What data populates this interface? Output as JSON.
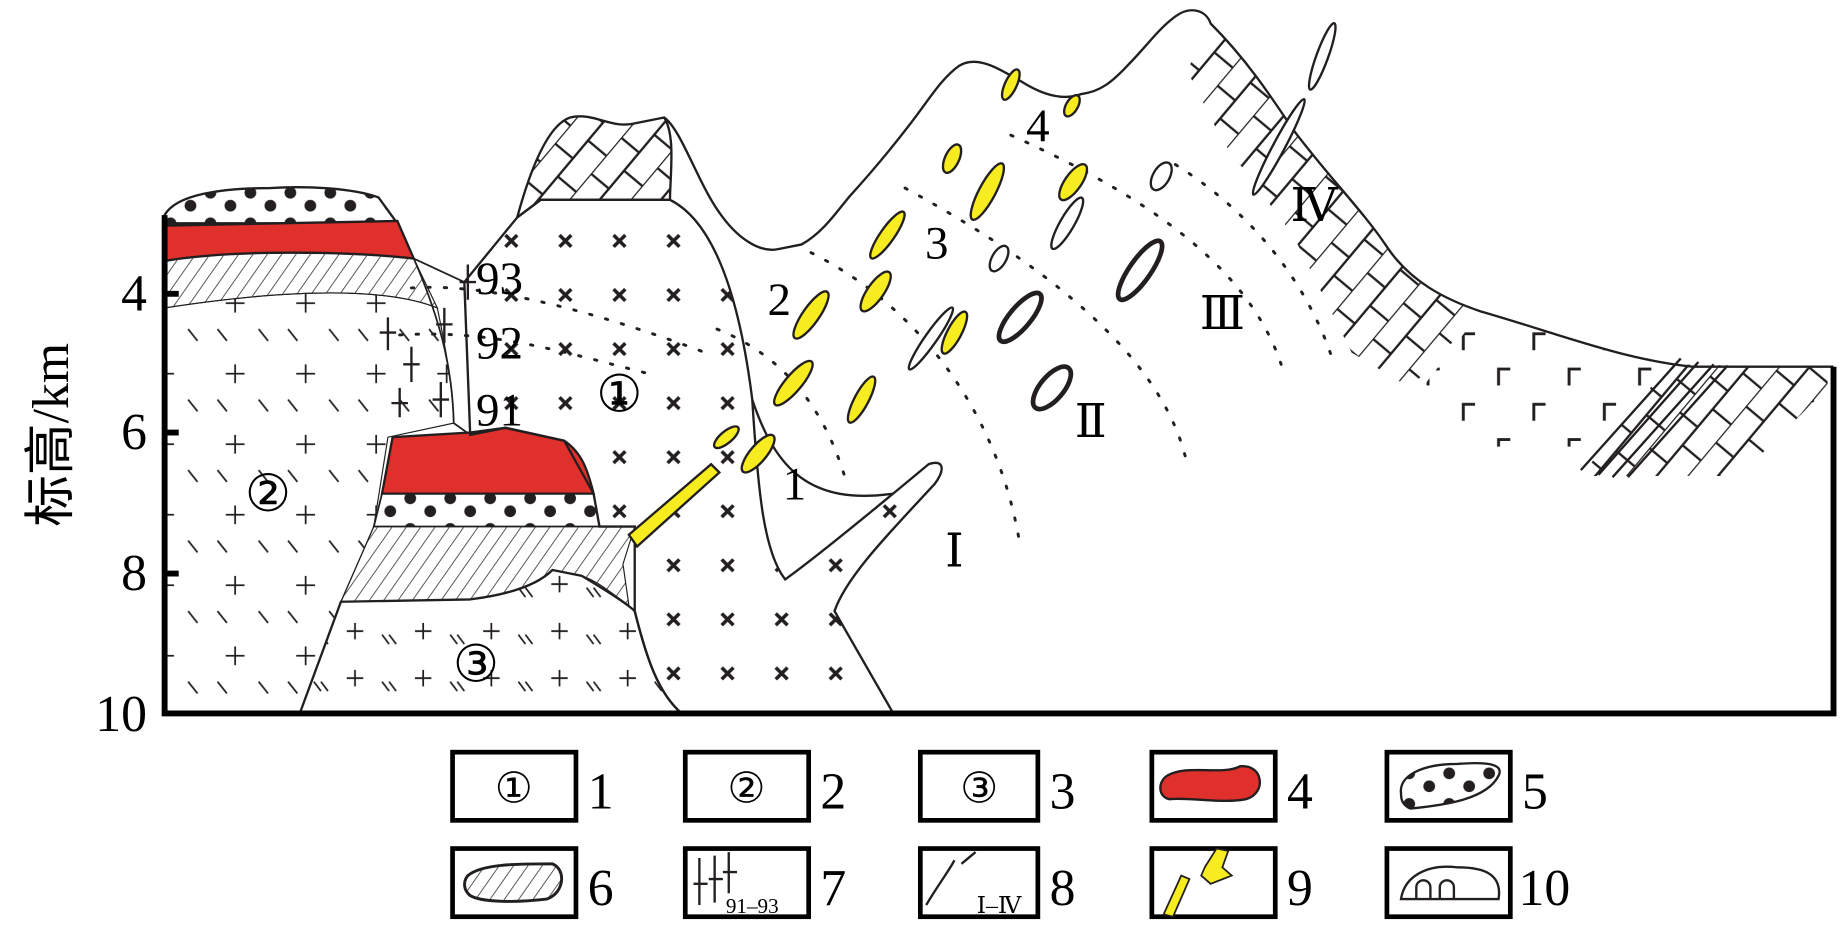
{
  "axis": {
    "ylabel": "标高/km",
    "ticks": [
      "4",
      "6",
      "8",
      "10"
    ]
  },
  "labels": {
    "intrusions": [
      "①",
      "②",
      "③"
    ],
    "veins": [
      "91",
      "92",
      "93"
    ],
    "ore_groups": [
      "1",
      "2",
      "3",
      "4"
    ],
    "zones": [
      "Ⅰ",
      "Ⅱ",
      "Ⅲ",
      "Ⅳ"
    ]
  },
  "legend": {
    "items": [
      {
        "num": "1",
        "sym": "①"
      },
      {
        "num": "2",
        "sym": "②"
      },
      {
        "num": "3",
        "sym": "③"
      },
      {
        "num": "4",
        "sym": ""
      },
      {
        "num": "5",
        "sym": ""
      },
      {
        "num": "6",
        "sym": ""
      },
      {
        "num": "7",
        "sym": "91–93"
      },
      {
        "num": "8",
        "sym": "Ⅰ–Ⅳ"
      },
      {
        "num": "9",
        "sym": ""
      },
      {
        "num": "10",
        "sym": ""
      }
    ]
  },
  "colors": {
    "ore_red": "#e0302c",
    "ore_yellow": "#f7ec1f",
    "line": "#231f20"
  }
}
